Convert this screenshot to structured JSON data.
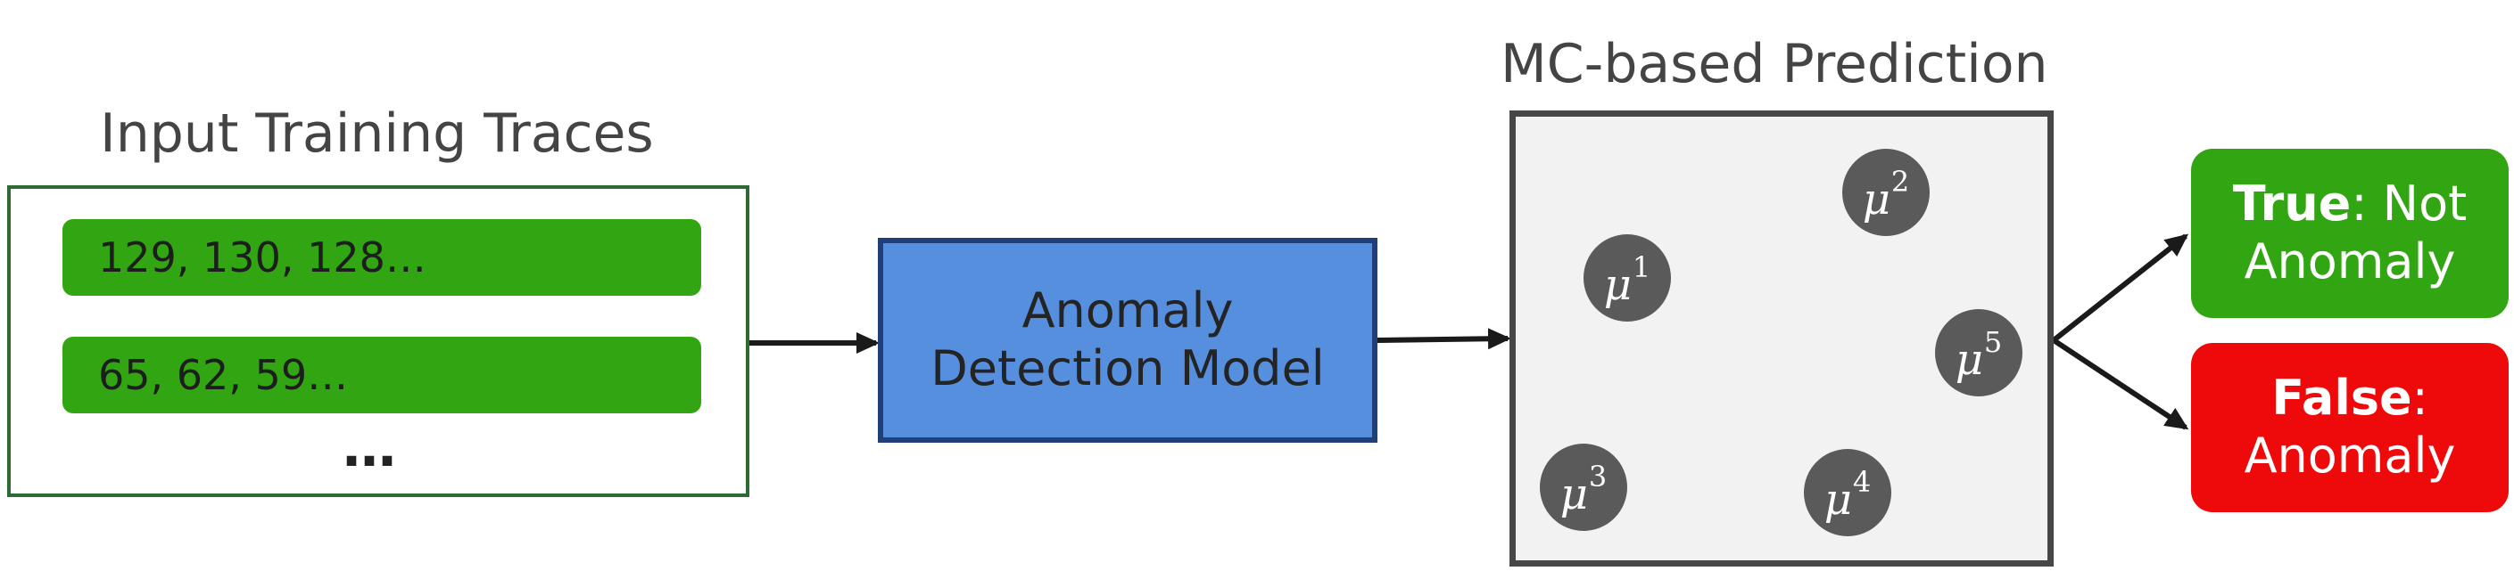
{
  "input": {
    "title": "Input Training Traces",
    "traces": [
      "129, 130, 128…",
      "65, 62, 59…"
    ],
    "ellipsis": "…"
  },
  "model": {
    "line1": "Anomaly",
    "line2": "Detection Model"
  },
  "mc": {
    "title": "MC-based Prediction",
    "symbol": "μ",
    "states": [
      "1",
      "2",
      "3",
      "4",
      "5"
    ]
  },
  "results": {
    "true_keyword": "True",
    "true_rest": ": Not",
    "true_line2": "Anomaly",
    "false_keyword": "False",
    "false_rest": ":",
    "false_line2": "Anomaly"
  },
  "colors": {
    "trace_fill": "#31a512",
    "model_fill": "#578fdf",
    "model_border": "#203f78",
    "node_fill": "#5a5a5a",
    "true_fill": "#31a512",
    "false_fill": "#ee0a0a"
  }
}
